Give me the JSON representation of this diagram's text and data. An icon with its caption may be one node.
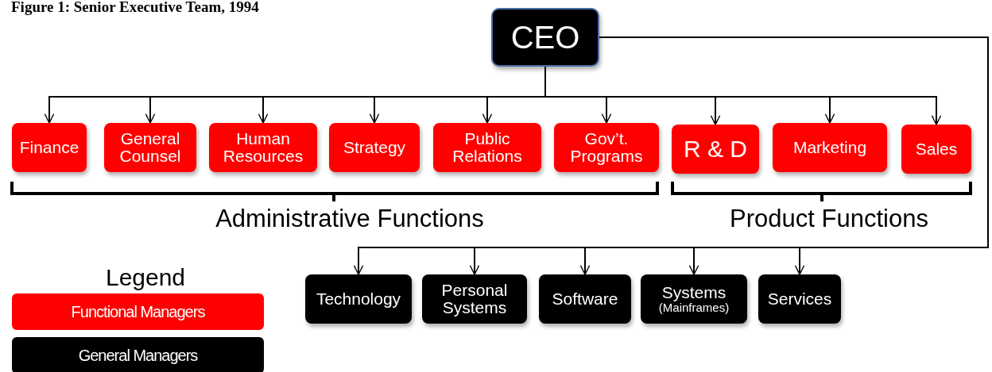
{
  "diagram": {
    "title": "Figure 1: Senior Executive Team, 1994",
    "nodes": [
      {
        "text": [
          "CEO"
        ]
      },
      {
        "text": [
          "Finance"
        ]
      },
      {
        "text": [
          "General Counsel"
        ]
      },
      {
        "text": [
          "Human Resources"
        ]
      },
      {
        "text": [
          "Strategy"
        ]
      },
      {
        "text": [
          "Public Relations"
        ]
      },
      {
        "text": [
          "Gov’t. Programs"
        ]
      },
      {
        "text": [
          "R & D"
        ]
      },
      {
        "text": [
          "Marketing"
        ]
      },
      {
        "text": [
          "Sales"
        ]
      },
      {
        "text": [
          "Technology"
        ]
      },
      {
        "text": [
          "Personal Systems"
        ]
      },
      {
        "text": [
          "Software"
        ]
      },
      {
        "text": [
          "Systems",
          "(Mainframes)"
        ]
      },
      {
        "text": [
          "Services"
        ]
      }
    ],
    "edges": [
      {
        "from": 0,
        "to": 1,
        "arrow": "to"
      },
      {
        "from": 0,
        "to": 2,
        "arrow": "to"
      },
      {
        "from": 0,
        "to": 3,
        "arrow": "to"
      },
      {
        "from": 0,
        "to": 4,
        "arrow": "to"
      },
      {
        "from": 0,
        "to": 5,
        "arrow": "to"
      },
      {
        "from": 0,
        "to": 6,
        "arrow": "to"
      },
      {
        "from": 0,
        "to": 7,
        "arrow": "to"
      },
      {
        "from": 0,
        "to": 8,
        "arrow": "to"
      },
      {
        "from": 0,
        "to": 9,
        "arrow": "to"
      },
      {
        "from": 0,
        "to": 10,
        "arrow": "to"
      },
      {
        "from": 0,
        "to": 11,
        "arrow": "to"
      },
      {
        "from": 0,
        "to": 12,
        "arrow": "to"
      },
      {
        "from": 0,
        "to": 13,
        "arrow": "to"
      },
      {
        "from": 0,
        "to": 14,
        "arrow": "to"
      }
    ],
    "labels": [
      "Administrative Functions",
      "Product Functions",
      "Legend"
    ],
    "legend": [
      {
        "text": "Functional Managers",
        "color": "#ff0000"
      },
      {
        "text": "General Managers",
        "color": "#000000"
      }
    ]
  }
}
